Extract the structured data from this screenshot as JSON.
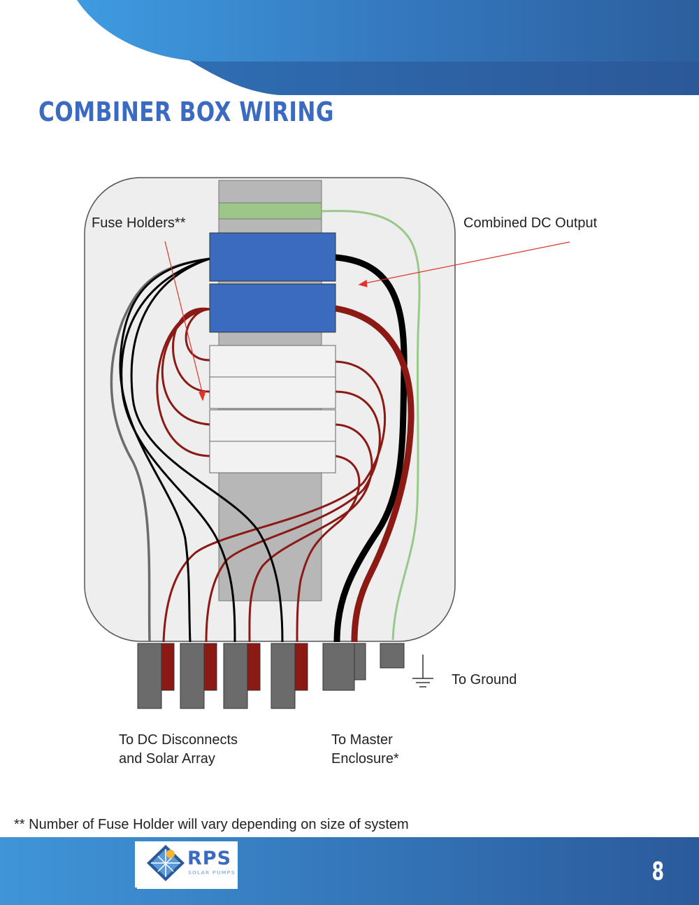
{
  "page": {
    "title": "COMBINER BOX WIRING",
    "page_number": "8",
    "footnote": "** Number of Fuse Holder will vary depending on size of system"
  },
  "diagram": {
    "labels": {
      "fuse_holders": "Fuse Holders**",
      "combined_output": "Combined DC Output",
      "to_ground": "To Ground",
      "to_dc_line1": "To DC Disconnects",
      "to_dc_line2": "and Solar Array",
      "to_master_line1": "To Master",
      "to_master_line2": "Enclosure*"
    }
  },
  "logo": {
    "word": "RPS",
    "sub": "SOLAR PUMPS"
  },
  "colors": {
    "brand_blue": "#3a6bc0",
    "banner_light": "#3f95d8",
    "banner_dark": "#2a5a9c",
    "wire_red": "#8b1a14",
    "wire_black": "#000000",
    "wire_gray": "#6b6b6b",
    "wire_green": "#99c98a",
    "breaker_blue": "#3a6bbf"
  }
}
